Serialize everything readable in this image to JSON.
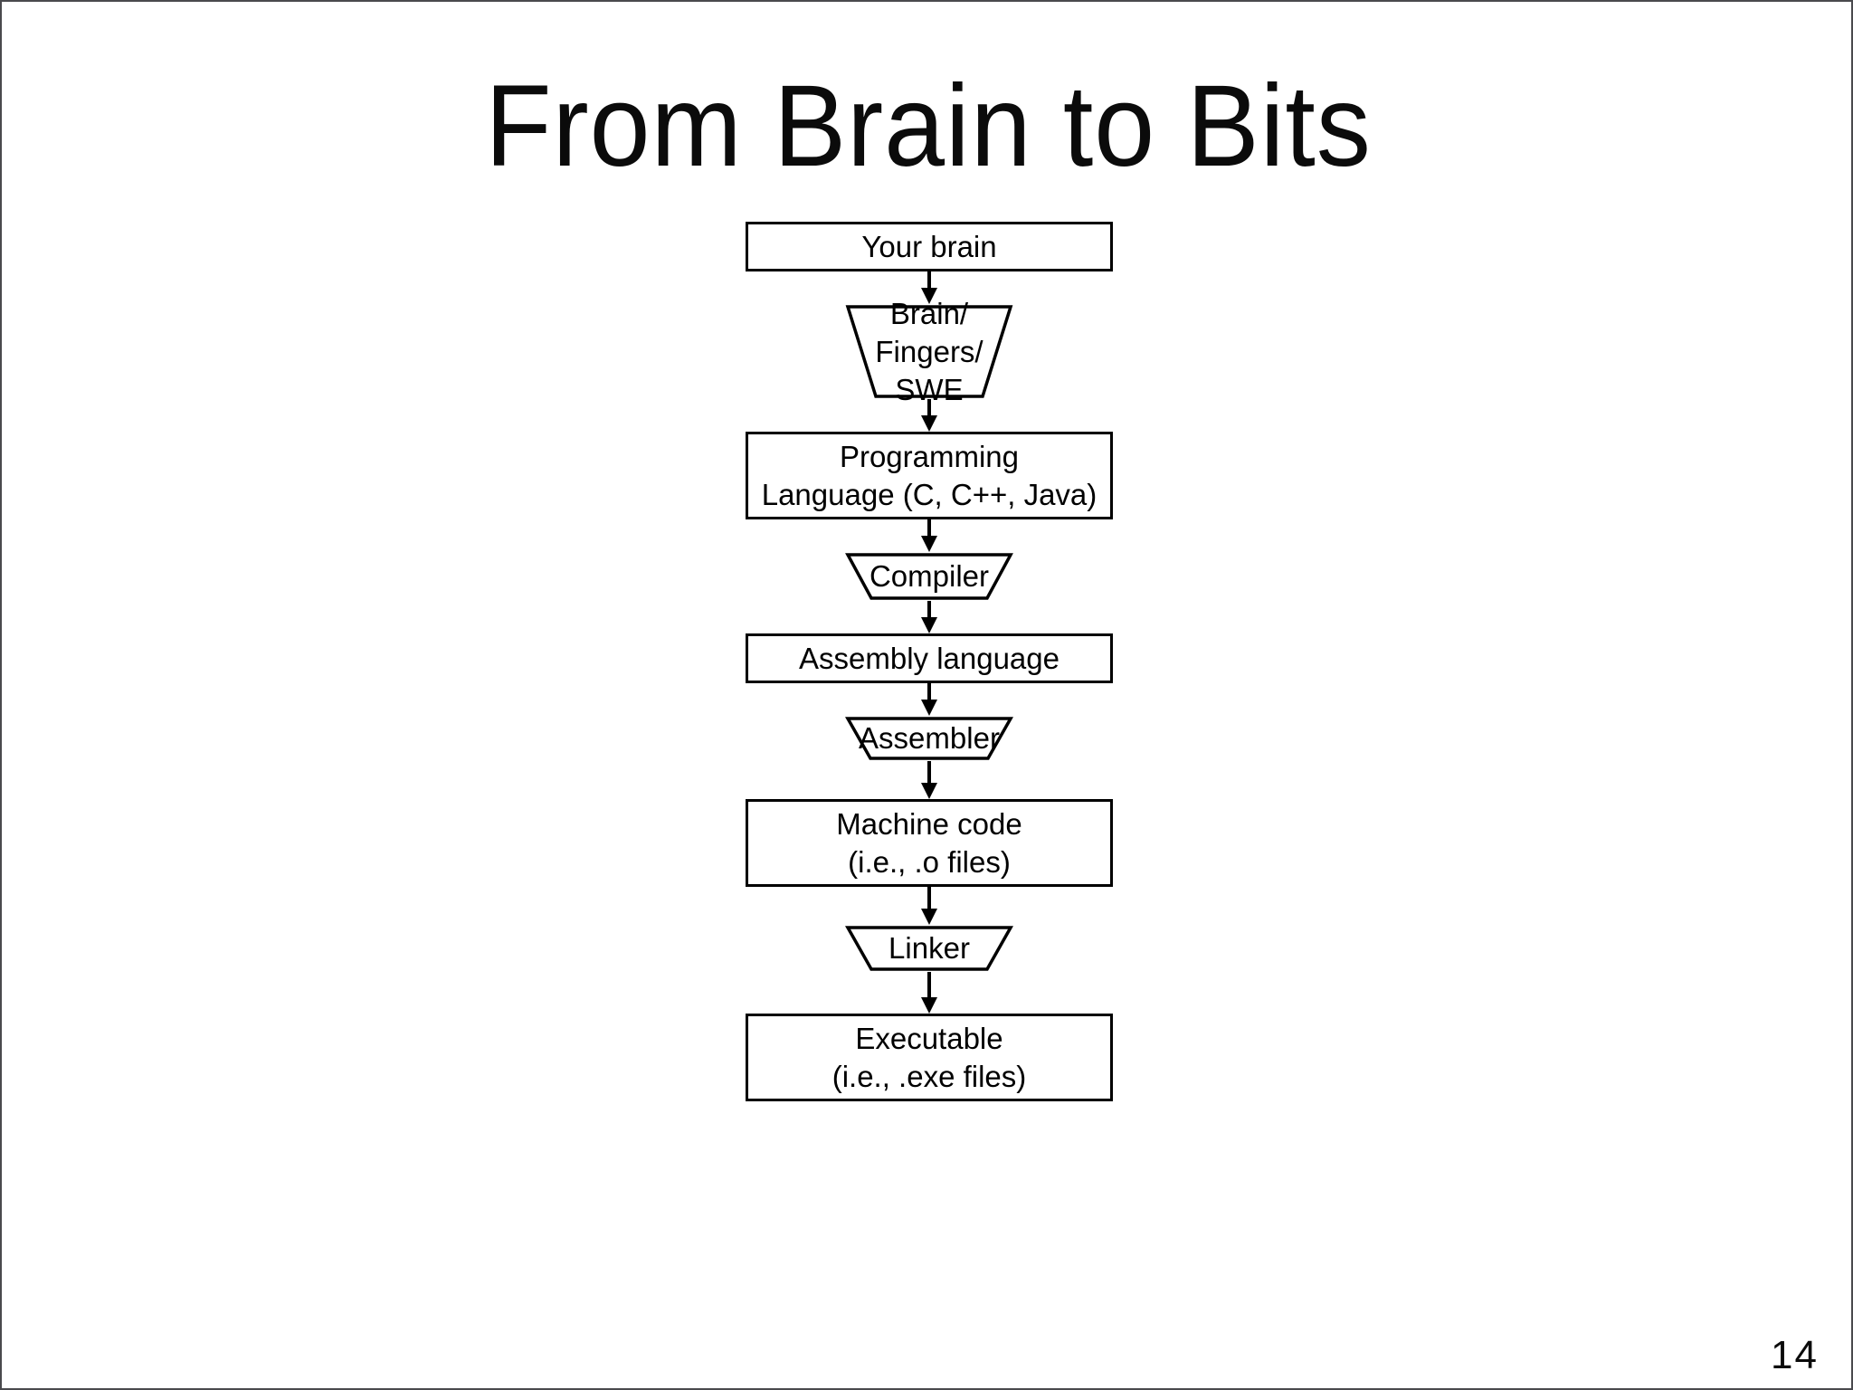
{
  "slide": {
    "title": "From Brain to Bits",
    "page_number": "14",
    "background_color": "#ffffff",
    "border_color": "#4a4a4e",
    "ink_color": "#000000"
  },
  "flowchart": {
    "type": "vertical-pipeline",
    "orientation": "top-to-bottom",
    "nodes": [
      {
        "id": "your-brain",
        "shape": "rectangle",
        "label": "Your brain"
      },
      {
        "id": "brain-fingers-swe",
        "shape": "trapezoid",
        "label": "Brain/\nFingers/\nSWE"
      },
      {
        "id": "programming-language",
        "shape": "rectangle",
        "label": "Programming\nLanguage (C, C++, Java)"
      },
      {
        "id": "compiler",
        "shape": "trapezoid",
        "label": "Compiler"
      },
      {
        "id": "assembly-language",
        "shape": "rectangle",
        "label": "Assembly language"
      },
      {
        "id": "assembler",
        "shape": "trapezoid",
        "label": "Assembler"
      },
      {
        "id": "machine-code",
        "shape": "rectangle",
        "label": "Machine code\n(i.e., .o files)"
      },
      {
        "id": "linker",
        "shape": "trapezoid",
        "label": "Linker"
      },
      {
        "id": "executable",
        "shape": "rectangle",
        "label": "Executable\n(i.e., .exe files)"
      }
    ],
    "edges": [
      {
        "from": "your-brain",
        "to": "brain-fingers-swe"
      },
      {
        "from": "brain-fingers-swe",
        "to": "programming-language"
      },
      {
        "from": "programming-language",
        "to": "compiler"
      },
      {
        "from": "compiler",
        "to": "assembly-language"
      },
      {
        "from": "assembly-language",
        "to": "assembler"
      },
      {
        "from": "assembler",
        "to": "machine-code"
      },
      {
        "from": "machine-code",
        "to": "linker"
      },
      {
        "from": "linker",
        "to": "executable"
      }
    ]
  }
}
